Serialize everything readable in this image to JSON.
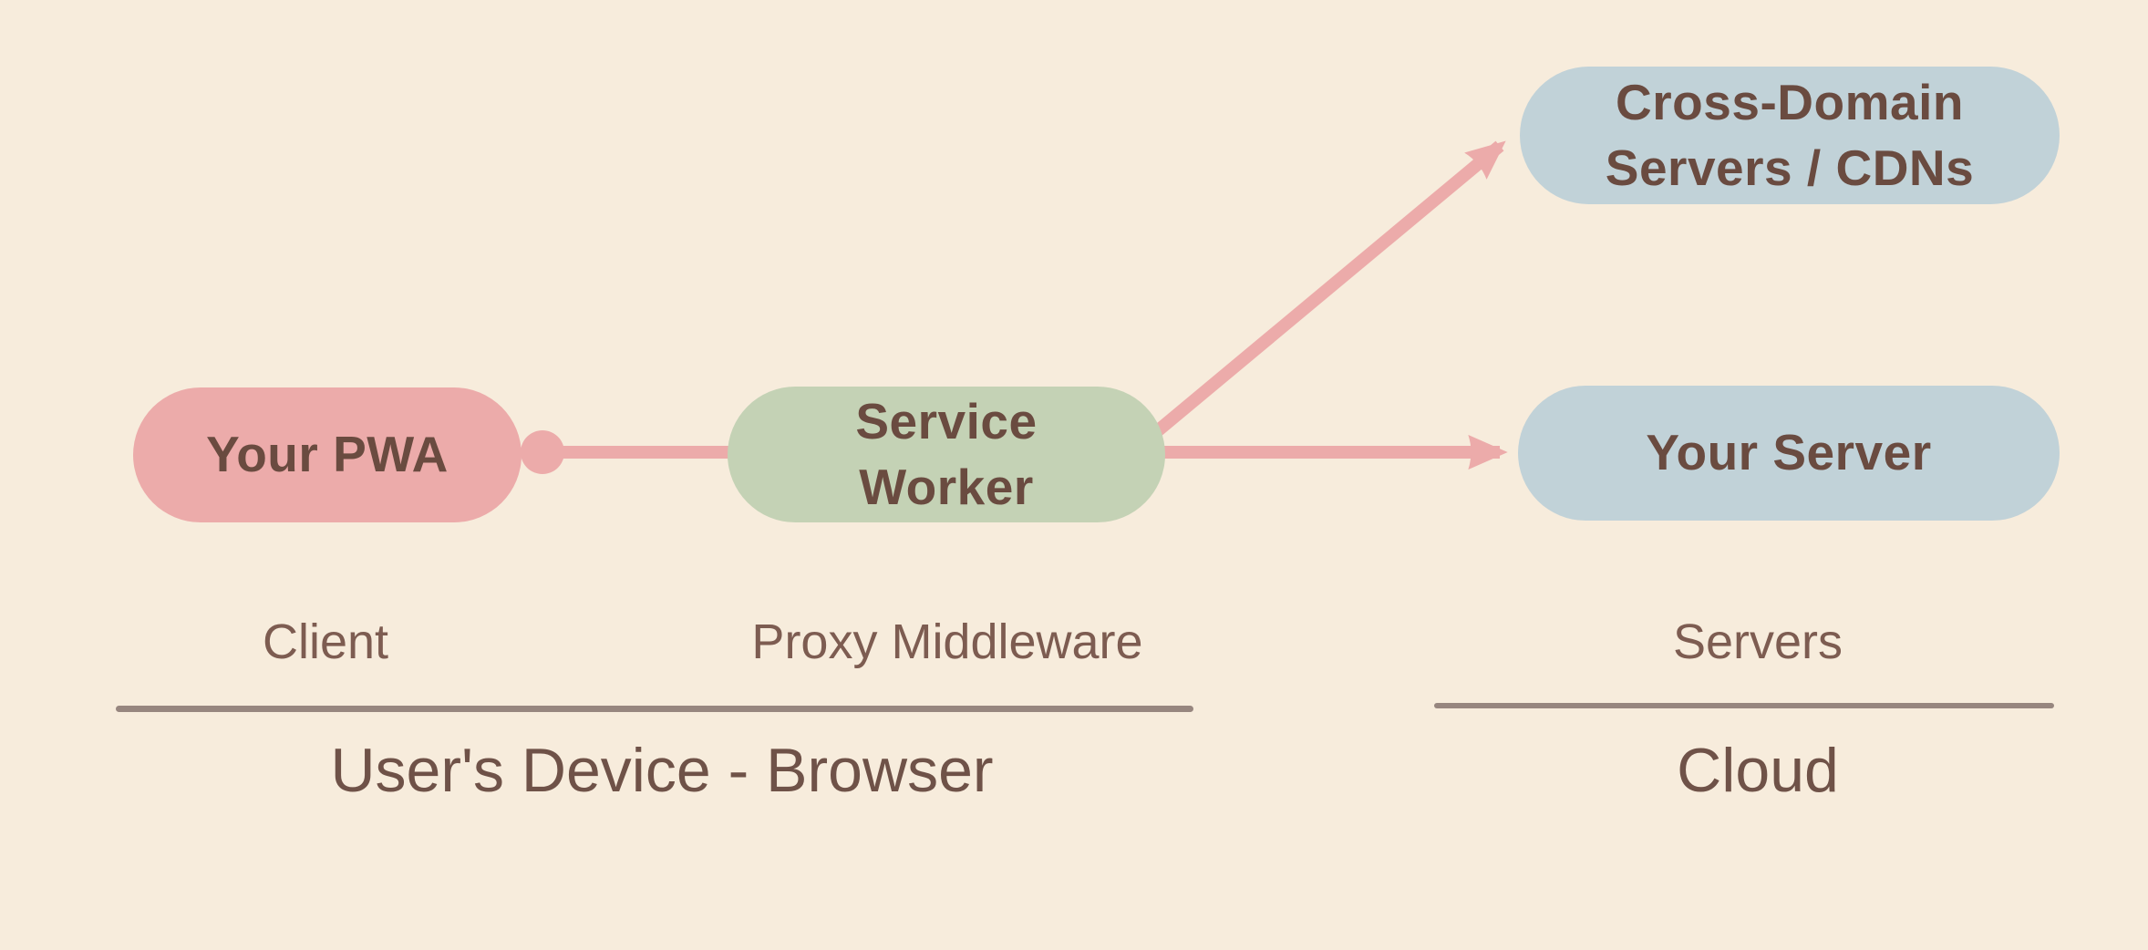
{
  "colors": {
    "background": "#f7ecdc",
    "node_pink": "#ecabaa",
    "node_green": "#c4d2b5",
    "node_blue": "#c1d2d8",
    "arrow_pink": "#ecabaa",
    "node_text": "#6a4b40",
    "label_text": "#7d5c51",
    "group_text": "#6f5248",
    "divider": "#97867f"
  },
  "nodes": {
    "pwa": {
      "label": "Your PWA"
    },
    "service_worker": {
      "label": "Service Worker"
    },
    "cross_domain": {
      "label": "Cross-Domain Servers / CDNs"
    },
    "your_server": {
      "label": "Your Server"
    }
  },
  "edges": [
    {
      "from": "Your PWA",
      "to": "Service Worker",
      "style": "dot-line"
    },
    {
      "from": "Service Worker",
      "to": "Cross-Domain Servers / CDNs",
      "style": "arrow"
    },
    {
      "from": "Service Worker",
      "to": "Your Server",
      "style": "arrow"
    }
  ],
  "role_labels": {
    "client": "Client",
    "proxy": "Proxy Middleware",
    "servers": "Servers"
  },
  "group_labels": {
    "device": "User's Device - Browser",
    "cloud": "Cloud"
  }
}
